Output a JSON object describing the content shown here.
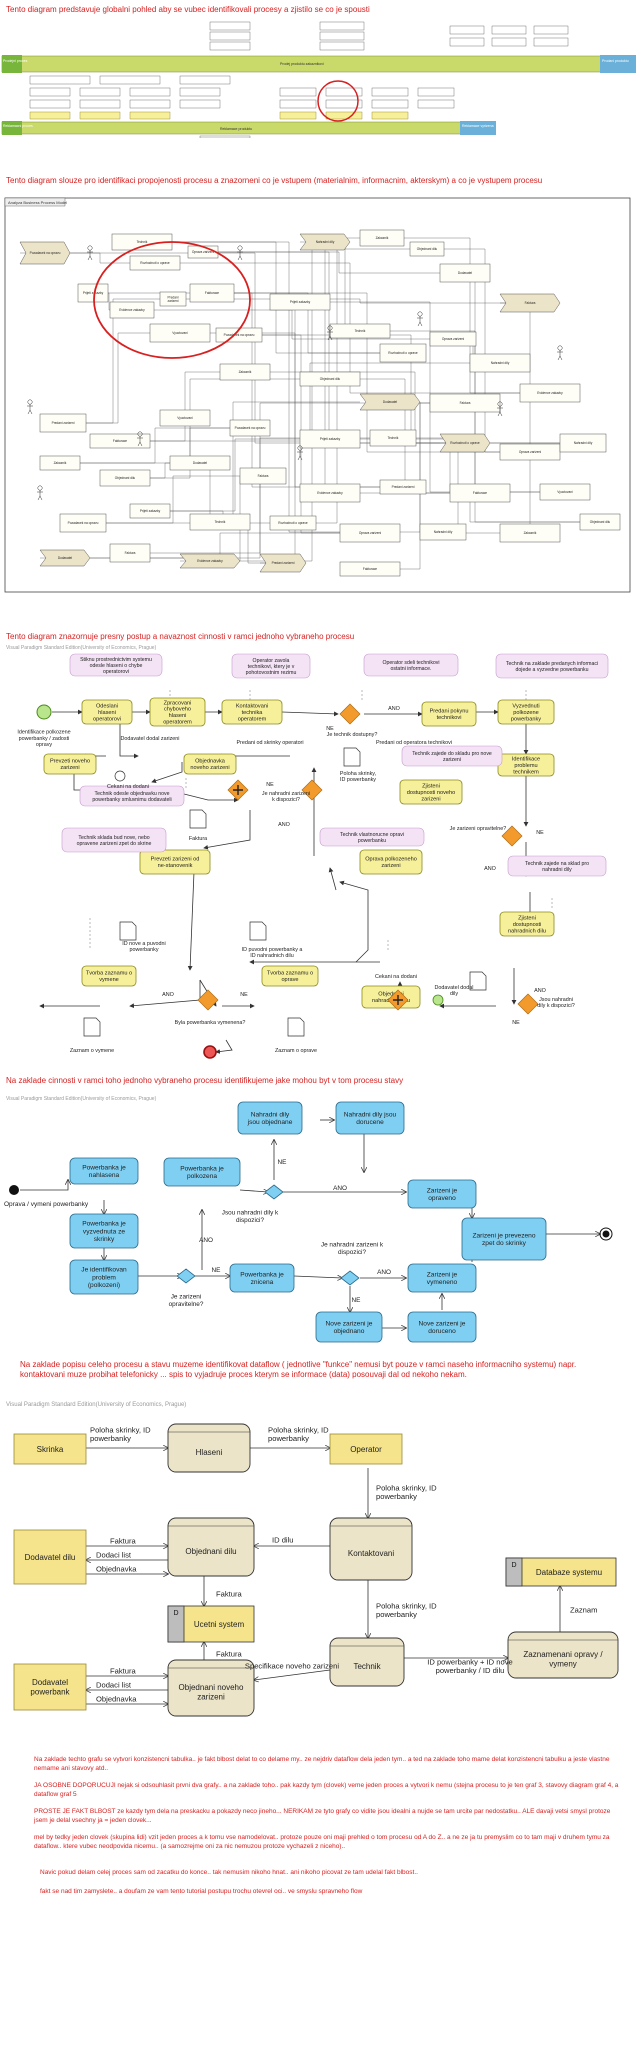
{
  "captions": {
    "c1": "Tento diagram predstavuje globalni pohled aby se vubec identifikovali procesy a zjistilo se co je spousti",
    "c2": "Tento diagram slouze pro identifikaci propojenosti procesu a znazorneni co je vstupem (materialnim, informacnim, akterskym) a co je vystupem procesu",
    "c3": "Tento diagram znazornuje presny postup a navaznost cinnosti v ramci jednoho vybraneho procesu",
    "c4": "Na zaklade cinnosti v ramci toho jednoho vybraneho procesu identifikujeme jake mohou byt v tom procesu stavy",
    "c5": "Na zaklade popisu celeho procesu a stavu muzeme identifikovat dataflow ( jednotlive \"funkce\" nemusi byt pouze v ramci naseho informacniho systemu) napr. kontaktovani muze probihat telefonicky ... spis to vyjadruje proces kterym se informace (data) posouvaji dal od nekoho nekam."
  },
  "watermarks": {
    "w3": "Visual Paradigm Standard Edition(University of Economics, Prague)",
    "w4": "Visual Paradigm Standard Edition(University of Economics, Prague)",
    "w5": "Visual Paradigm Standard Edition(University of Economics, Prague)"
  },
  "d1": {
    "left_labels": [
      "Prodejni proces",
      "Reklamacni proces"
    ],
    "right_labels": [
      "Prodani produktu",
      "Reklamace vyrizena"
    ],
    "arrow_top": "Prodej produktu zakaznikovi",
    "arrow_bottom": "Reklamace produktu"
  },
  "d2": {
    "title": "Analyza Business Process Model",
    "nodes": [
      "Pozadavek na opravu",
      "Prijeti zakazky",
      "Technik",
      "Rozhodnuti o oprave",
      "Oprava zarizeni",
      "Nahradni dily",
      "Zakaznik",
      "Objednani dilu",
      "Dodavatel",
      "Faktura",
      "Evidence zakazky",
      "Predani zarizeni",
      "Fakturace",
      "Vyuctovani"
    ]
  },
  "d3": {
    "start_label": "Identifikace polkozene powerbanky / zadosti opravy",
    "tasks": {
      "t1": "Odeslani hlaseni operatorovi",
      "t2": "Zpracovani chyboveho hlaseni operatorem",
      "t3": "Kontaktovani technika operatorem",
      "t4": "Predani pokynu technikovi",
      "t5": "Vyzvednuti polkozene powerbanky",
      "t6": "Identifikace problemu technikem",
      "t7": "Zjisteni dostupnosti noveho zarizeni",
      "t8": "Objednavka noveho zarizeni",
      "t9": "Prevzeti noveho zarizeni",
      "t10": "Prevzeti zarizeni od ne-stanovenik",
      "t11": "Oprava polkozeneho zarizeni",
      "t12": "Zjisteni dostupnosti nahradnich dilu",
      "t13": "Objednani nahradnich dilu",
      "t14": "Tvorba zaznamu o vymene",
      "t15": "Tvorba zaznamu o oprave"
    },
    "notes": {
      "n1": "Stiknu prostrednictvim systemu odesle hlaseni o chybe operatorovi",
      "n2": "Operator zavola technikovi, ktery je v pohotovostnim rezimu",
      "n3": "Operator sdeli technikovi ostatni informace.",
      "n4": "Technik na zaklade predanych informaci dojede a vyzvedne powerbanku",
      "n5": "Technik zajede do skladu pro nove zarizeni",
      "n6": "Technik odesle objednavku nove powerbanky smluvnimu dodavateli",
      "n7": "Technik sklada bud nove, nebo opravene zarizeni zpet do skrine",
      "n8": "Technik vlastnorucne opravi powerbanku",
      "n9": "Technik zajede na sklad pro nahradni dily"
    },
    "labels": {
      "dodavatel_dodat": "Dodavatel dodal zarizeni",
      "cekani": "Cekani na dodani",
      "predani_sklad": "Predani od skrinky operatori",
      "predani_op": "Predani od operatora technikovi",
      "je_technik": "Je technik dostupny?",
      "ano": "ANO",
      "ne": "NE",
      "poloha": "Poloha skrinky, ID powerbanky",
      "je_nahradni": "Je nahradni zarizeni k dispozici?",
      "je_zarizeni": "Je zarizeni opravitelne?",
      "jsou_dily": "Jsou nahradni dily k dispozici?",
      "faktura": "Faktura",
      "id_nove": "ID nove a puvodni powerbanky",
      "id_puvodni": "ID puvodni powerbanky a ID nahradnich dilu",
      "byla": "Byla powerbanka vymenena?",
      "zaznam_vym": "Zaznam o vymene",
      "zaznam_opr": "Zaznam o oprave",
      "cekani2": "Cekani na dodani",
      "dodavatel_dily": "Dodavatel dodal dily"
    }
  },
  "d4": {
    "start": "Oprava / vymeni powerbanky",
    "states": {
      "s1": "Powerbanka je nahlasena",
      "s2": "Powerbanka je vyzvednuta ze skrinky",
      "s3": "Je identifikovan problem (polkozeni)",
      "s4": "Powerbanka je polkozena",
      "s5": "Nahradni dily jsou objednane",
      "s6": "Nahradni dily jsou dorucene",
      "s7": "Zarizeni je opraveno",
      "s8": "Zarizeni je prevezeno zpet do skrinky",
      "s9": "Powerbanka je znicena",
      "s10": "Zarizeni je vymeneno",
      "s11": "Nove zarizeni je objednano",
      "s12": "Nove zarizeni je doruceno"
    },
    "labels": {
      "q1": "Jsou nahradni dily k dispozici?",
      "q2": "Je zarizeni opravitelne?",
      "q3": "Je nahradni zarizeni k dispozici?",
      "ano": "ANO",
      "ne": "NE"
    }
  },
  "d5": {
    "entities": {
      "skrinka": "Skrinka",
      "operator": "Operator",
      "dodavatel_dilu": "Dodavatel dilu",
      "dodavatel_pb": "Dodavatel powerbank",
      "db": "Databaze systemu",
      "ucetni": "Ucetni system"
    },
    "processes": {
      "hlaseni": "Hlaseni",
      "kontaktovani": "Kontaktovani",
      "objednani_dilu": "Objednani dilu",
      "technik": "Technik",
      "zaznamenani": "Zaznamenani opravy / vymeny",
      "objednani_zar": "Objednani noveho zarizeni"
    },
    "flows": {
      "f1": "Poloha skrinky, ID powerbanky",
      "f2": "Poloha skrinky, ID powerbanky",
      "f3": "Poloha skrinky, ID powerbanky",
      "f4": "Poloha skrinky, ID powerbanky",
      "faktura": "Faktura",
      "dodaci": "Dodaci list",
      "objednavka": "Objednavka",
      "id_dilu": "ID dilu",
      "faktura2": "Faktura",
      "faktura3": "Faktura",
      "id_pb": "ID powerbanky + ID nove powerbanky / ID dilu",
      "zaznam": "Zaznam",
      "spec": "Specifikace noveho zarizeni",
      "d_label": "D"
    }
  },
  "notes": {
    "p1": "Na zaklade techto grafu se vytvori konzistencni tabulka.. je fakt blbost delat to co delame my.. ze nejdriv dataflow dela jeden tym.. a ted na zaklade toho mame delat konzistencni tabulku a jeste vlastne nemame ani stavovy atd..",
    "p2": "JA OSOBNE DOPORUCUJI nejak si odsouhlasit prvni dva grafy.. a na zaklade toho.. pak kazdy tym (clovek) veme jeden proces a vytvori k nemu (stejna procesu to je ten graf 3, stavovy diagram graf 4, a dataflow graf 5",
    "p3": "PROSTE JE FAKT BLBOST ze kazdy tym dela na preskacku a pokazdy neco jineho... NERIKAM ze tyto grafy co vidite jsou idealni a nujde se tam urcite par nedostatku.. ALE davaji vetsi smysl protoze jsem je delal vsechny ja = jeden clovek...",
    "p4": "mel by tedky jeden clovek (skupina lidi) vzit jeden proces a k tomu vse namodelovat.. protoze pouze oni maji prehled o tom procesu od A do Z.. a ne ze ja tu premyslim co to tam maji v druhem tymu za dataflow.. ktere vubec neodpovida nicemu.. (a samozrejme oni za nic nemuzou protoze vychazeli z niceho)..",
    "p5": "Navic pokud delam celej proces sam od zacatku do konce.. tak nemusim nikoho hnat.. ani nikoho picovat ze tam udelal fakt blbost..",
    "p6": "fakt se nad tim zamyslete.. a doufam ze vam tento tutorial postupu trochu otevrel oci.. ve smyslu spravneho flow"
  },
  "colors": {
    "caption": "#d82020",
    "task_fill": "#f7f09a",
    "state_fill": "#7fcff2",
    "gateway": "#f39a2c",
    "note_fill": "#f3e3f5",
    "process_fill": "#ece4c8",
    "entity_fill": "#f5e48c"
  }
}
